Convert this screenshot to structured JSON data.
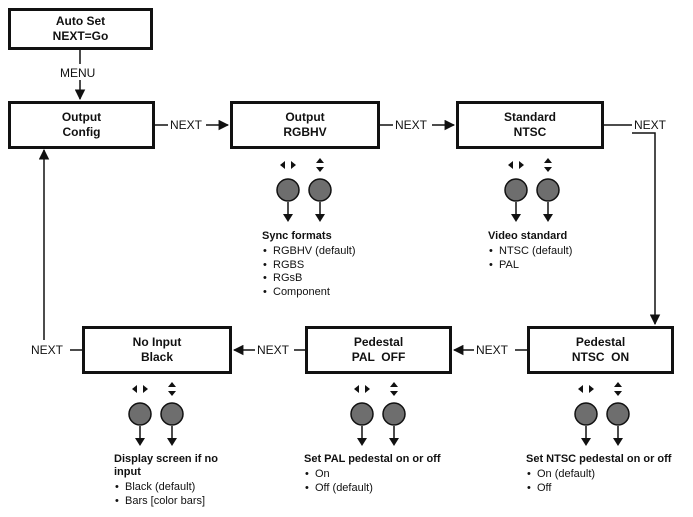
{
  "boxes": {
    "autoset": {
      "line1": "Auto Set",
      "line2": "NEXT=Go"
    },
    "output_config": {
      "line1": "Output",
      "line2": "Config"
    },
    "output_rgbhv": {
      "line1": "Output",
      "line2": "RGBHV"
    },
    "standard": {
      "line1": "Standard",
      "line2": "NTSC"
    },
    "no_input": {
      "line1": "No Input",
      "line2": "Black"
    },
    "ped_pal": {
      "line1": "Pedestal",
      "line2": "PAL  OFF"
    },
    "ped_ntsc": {
      "line1": "Pedestal",
      "line2": "NTSC  ON"
    }
  },
  "labels": {
    "menu": "MENU",
    "next_1": "NEXT",
    "next_2": "NEXT",
    "next_3": "NEXT",
    "next_4": "NEXT",
    "next_5": "NEXT",
    "next_6": "NEXT"
  },
  "notes": {
    "sync": {
      "heading": "Sync formats",
      "items": [
        "RGBHV (default)",
        "RGBS",
        "RGsB",
        "Component"
      ]
    },
    "video": {
      "heading": "Video standard",
      "items": [
        "NTSC (default)",
        "PAL"
      ]
    },
    "display": {
      "heading_line1": "Display screen if no",
      "heading_line2": "input",
      "items": [
        "Black (default)",
        "Bars [color bars]"
      ]
    },
    "pal": {
      "heading": "Set PAL pedestal on or off",
      "items": [
        "On",
        "Off (default)"
      ]
    },
    "ntsc": {
      "heading": "Set NTSC pedestal on or off",
      "items": [
        "On (default)",
        "Off"
      ]
    }
  },
  "icons": {
    "horizontal_adjust": "left-right-arrow-icon",
    "vertical_adjust": "up-down-arrow-icon",
    "knob": "rotary-knob-icon"
  }
}
